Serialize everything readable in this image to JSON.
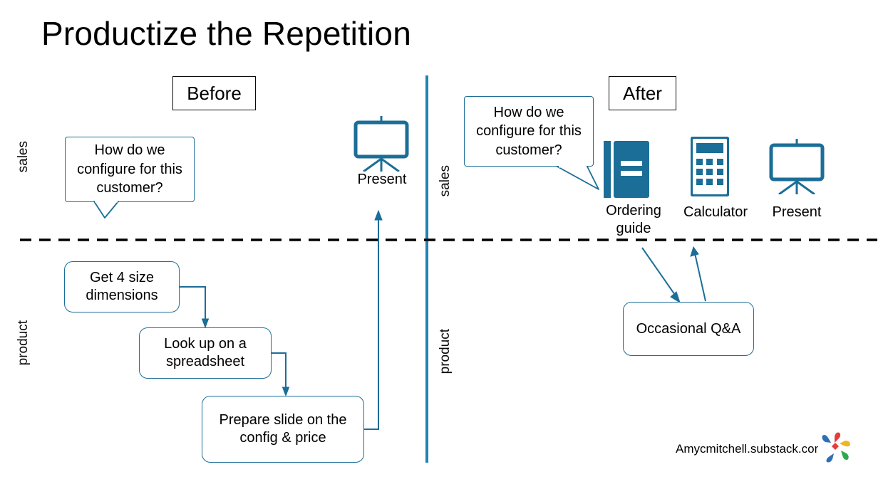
{
  "title": "Productize the Repetition",
  "colors": {
    "accent_blue": "#1b6e97",
    "divider_blue": "#1f84b5",
    "icon_blue": "#1b6e97",
    "text": "#000000",
    "background": "#ffffff"
  },
  "axis_labels": {
    "left_sales": "sales",
    "left_product": "product",
    "right_sales": "sales",
    "right_product": "product"
  },
  "headers": {
    "before": "Before",
    "after": "After"
  },
  "before": {
    "callout": "How do we configure for this customer?",
    "present_caption": "Present",
    "steps": [
      {
        "label": "Get 4 size dimensions"
      },
      {
        "label": "Look up on a spreadsheet"
      },
      {
        "label": "Prepare slide on the config & price"
      }
    ]
  },
  "after": {
    "callout": "How do we configure for this customer?",
    "icons": [
      {
        "name": "ordering-guide-icon",
        "caption": "Ordering guide"
      },
      {
        "name": "calculator-icon",
        "caption": "Calculator"
      },
      {
        "name": "present-screen-icon",
        "caption": "Present"
      }
    ],
    "steps": [
      {
        "label": "Occasional Q&A"
      }
    ]
  },
  "credit": "Amycmitchell.substack.com"
}
